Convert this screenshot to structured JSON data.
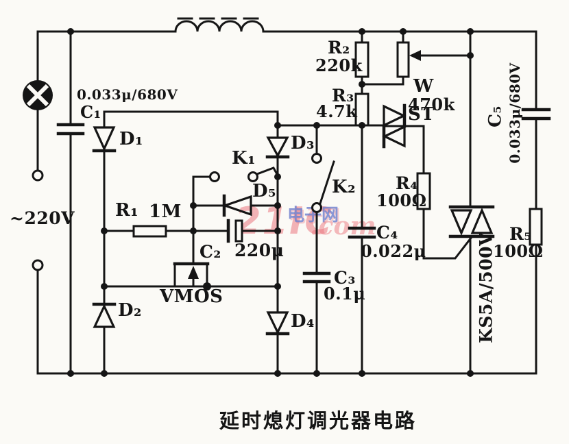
{
  "colors": {
    "ink": "#151515",
    "paper": "#fbfaf6",
    "watermark_pink": "#ec7880",
    "watermark_blue": "#6c7ecd"
  },
  "caption": "延时熄灯调光器电路",
  "watermark": {
    "brand": "21IC",
    "suffix": ".com",
    "site": "电子网"
  },
  "power": {
    "label": "~220V"
  },
  "components": {
    "c1": {
      "name": "C₁",
      "value": "0.033μ/680V"
    },
    "d1": {
      "name": "D₁"
    },
    "d2": {
      "name": "D₂"
    },
    "r1": {
      "name": "R₁",
      "value": "1M"
    },
    "k1": {
      "name": "K₁"
    },
    "d3": {
      "name": "D₃"
    },
    "d5": {
      "name": "D₅"
    },
    "c2": {
      "name": "C₂",
      "value": "220μ"
    },
    "vmos": {
      "name": "VMOS"
    },
    "d4": {
      "name": "D₄"
    },
    "k2": {
      "name": "K₂"
    },
    "c3": {
      "name": "C₃",
      "value": "0.1μ"
    },
    "c4": {
      "name": "C₄",
      "value": "0.022μ"
    },
    "r2": {
      "name": "R₂",
      "value": "220k"
    },
    "r3": {
      "name": "R₃",
      "value": "4.7k"
    },
    "w": {
      "name": "W",
      "value": "470k"
    },
    "st": {
      "name": "ST"
    },
    "r4": {
      "name": "R₄",
      "value": "100Ω"
    },
    "triac": {
      "name": "KS5A/500V"
    },
    "r5": {
      "name": "R₅",
      "value": "100Ω"
    },
    "c5": {
      "name": "C₅",
      "value": "0.033μ/680V"
    }
  }
}
